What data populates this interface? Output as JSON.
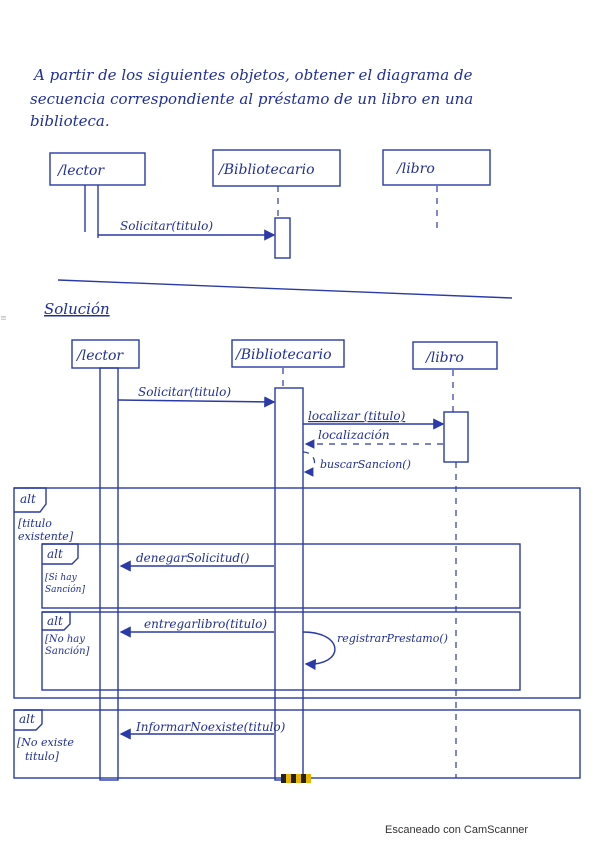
{
  "header": {
    "lines": [
      "A partir de los siguientes objetos, obtener el diagrama de",
      "secuencia correspondiente al préstamo de un libro en una",
      "biblioteca."
    ]
  },
  "exercise": {
    "objects": [
      "/lector",
      "/Bibliotecario",
      "/libro"
    ],
    "message": "Solicitar(titulo)"
  },
  "solution": {
    "heading": "Solución",
    "objects": [
      "/lector",
      "/Bibliotecario",
      "/libro"
    ],
    "messages": {
      "solicitar": "Solicitar(titulo)",
      "localizar": "localizar (titulo)",
      "localizacion": "localización",
      "buscar": "buscarSancion()",
      "denegar": "denegarSolicitud()",
      "entregar": "entregarlibro(titulo)",
      "registrar": "registrarPrestamo()",
      "informar": "InformarNoexiste(titulo)"
    },
    "fragments": {
      "outer_alt": {
        "label": "alt",
        "guard_1": "[titulo",
        "guard_2": "existente]"
      },
      "inner_alt_1": {
        "label": "alt",
        "guard_1": "[Si hay",
        "guard_2": "Sanción]"
      },
      "inner_alt_2": {
        "label": "alt",
        "guard_1": "[No hay",
        "guard_2": "Sanción]"
      },
      "outer_alt_2": {
        "label": "alt",
        "guard_1": "[No existe",
        "guard_2": "titulo]"
      }
    }
  },
  "footer": {
    "text": "Escaneado con CamScanner"
  }
}
